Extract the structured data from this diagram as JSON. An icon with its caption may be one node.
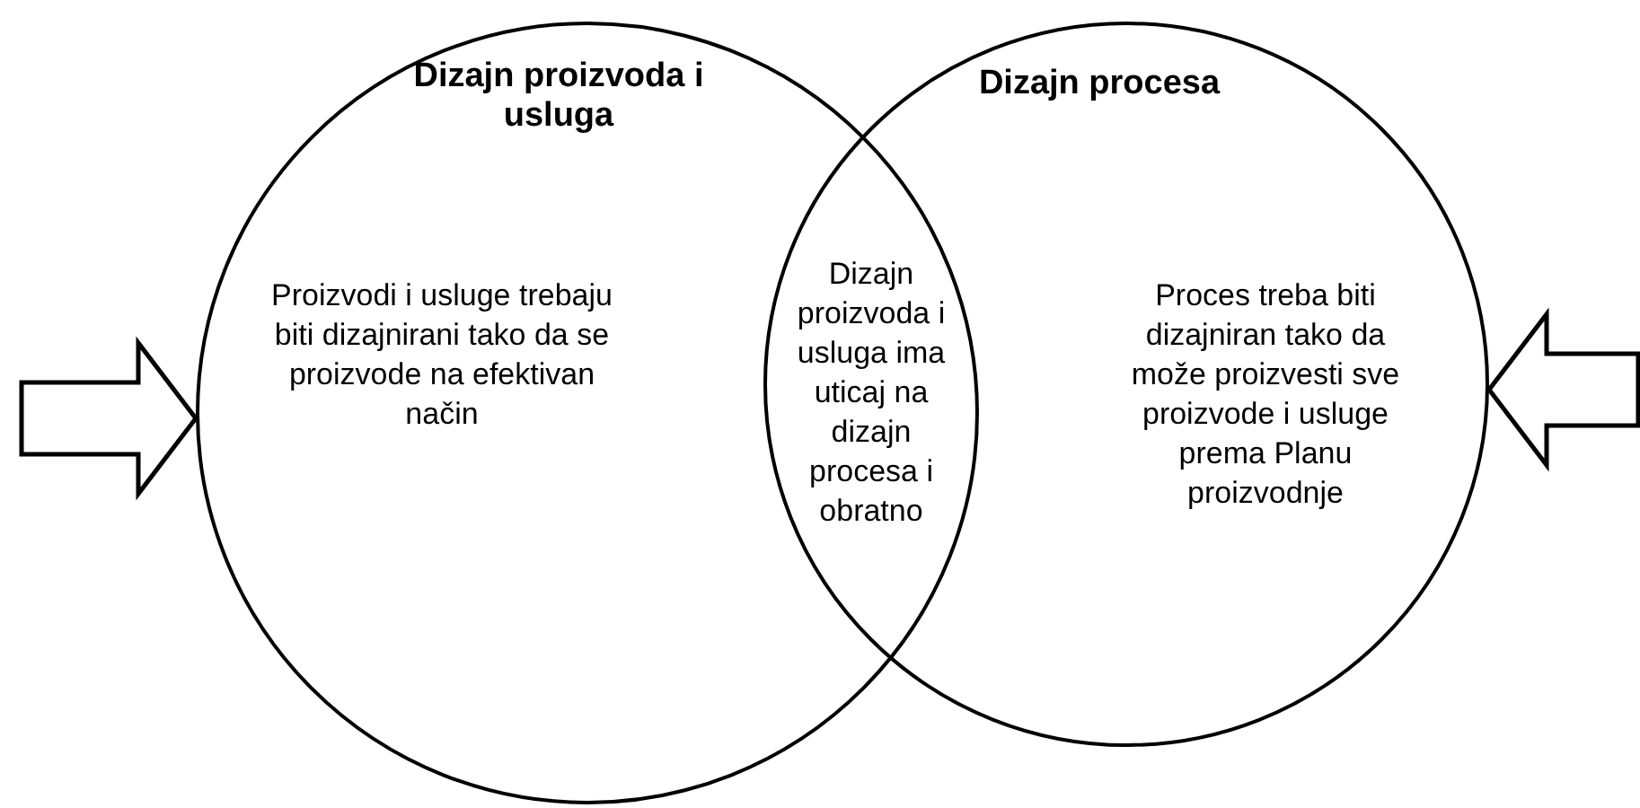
{
  "diagram": {
    "nodes": [
      {
        "text": [
          "Dizajn proizvoda i usluga",
          "Proizvodi i usluge trebaju biti dizajnirani tako da se proizvode na efektivan način"
        ]
      },
      {
        "text": [
          "Dizajn procesa",
          "Proces treba biti dizajniran tako da može proizvesti sve proizvode i usluge prema Planu proizvodnje"
        ]
      },
      {
        "text": [
          "Dizajn proizvoda i usluga ima uticaj na dizajn procesa i obratno"
        ]
      }
    ],
    "edges": [
      {
        "from": null,
        "to": 0,
        "arrow": "to"
      },
      {
        "from": null,
        "to": 1,
        "arrow": "to"
      }
    ]
  }
}
